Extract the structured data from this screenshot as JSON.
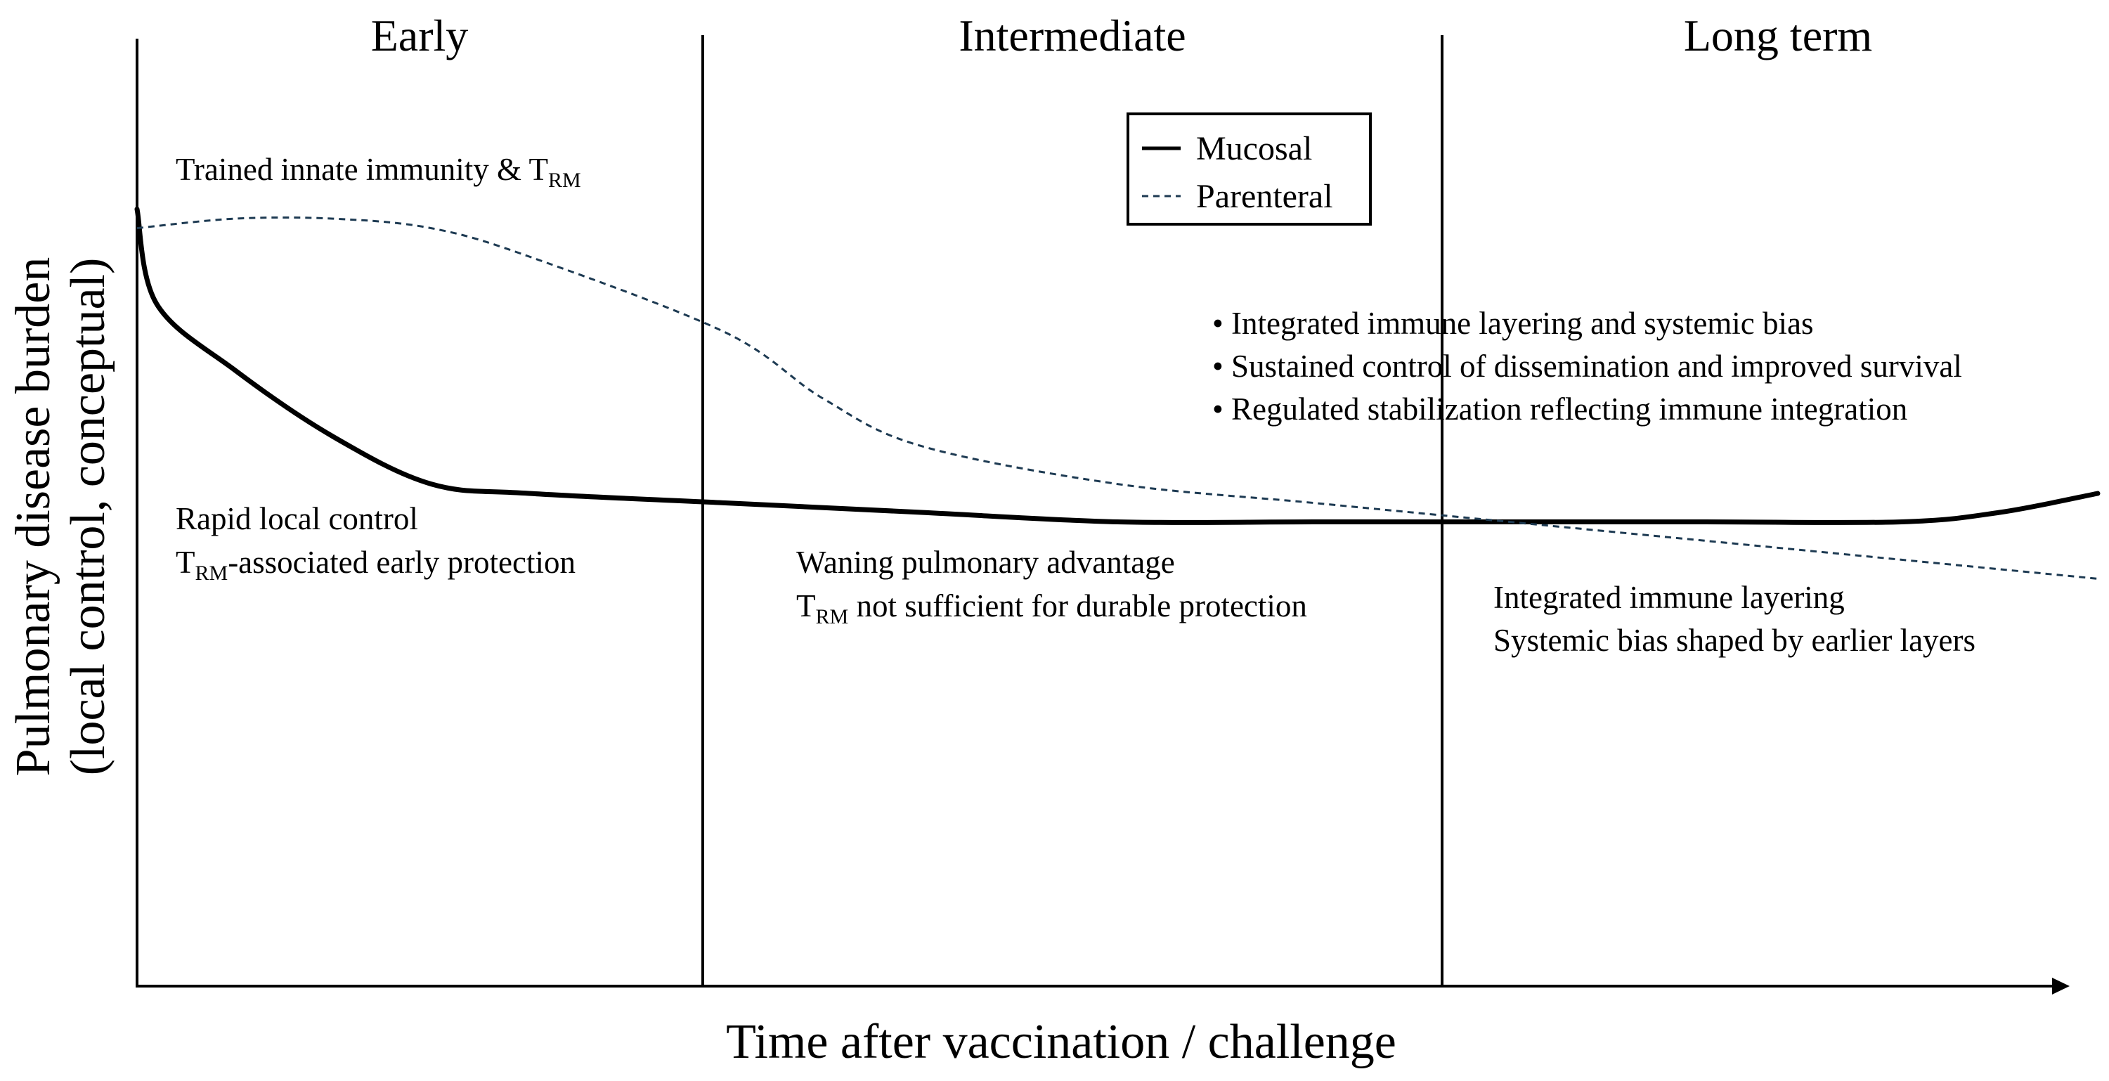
{
  "chart_data": {
    "type": "line",
    "xlabel": "Time after vaccination / challenge",
    "ylabel": [
      "Pulmonary disease burden",
      "(local control, conceptual)"
    ],
    "phases": [
      "Early",
      "Intermediate",
      "Long term"
    ],
    "legend": {
      "placement": "top-center",
      "entries": [
        {
          "name": "Mucosal",
          "style": "solid"
        },
        {
          "name": "Parenteral",
          "style": "dashed"
        }
      ]
    },
    "series": [
      {
        "name": "Mucosal",
        "style": "solid",
        "color": "#000000",
        "x": [
          0,
          0.01,
          0.05,
          0.1,
          0.15,
          0.2,
          0.3,
          0.4,
          0.5,
          0.6,
          0.7,
          0.8,
          0.9,
          0.95,
          1.0
        ],
        "y": [
          0.82,
          0.72,
          0.65,
          0.58,
          0.53,
          0.52,
          0.51,
          0.5,
          0.49,
          0.49,
          0.49,
          0.49,
          0.49,
          0.5,
          0.52
        ]
      },
      {
        "name": "Parenteral",
        "style": "dashed",
        "color": "#1d3a52",
        "x": [
          0,
          0.05,
          0.1,
          0.15,
          0.2,
          0.3,
          0.35,
          0.4,
          0.5,
          0.6,
          0.7,
          0.8,
          0.9,
          1.0
        ],
        "y": [
          0.8,
          0.81,
          0.81,
          0.8,
          0.77,
          0.69,
          0.62,
          0.57,
          0.53,
          0.51,
          0.49,
          0.47,
          0.45,
          0.43
        ]
      }
    ],
    "annotations": {
      "early_top": {
        "main": "Trained innate immunity & T",
        "sub": "RM"
      },
      "early_bottom_1": "Rapid local control",
      "early_bottom_2": {
        "main": "T",
        "sub": "RM",
        "rest": "-associated early protection"
      },
      "intermediate_1": "Waning pulmonary advantage",
      "intermediate_2": {
        "main": "T",
        "sub": "RM",
        "rest": " not sufficient for durable protection"
      },
      "long_bullets": [
        "• Integrated immune layering and systemic bias",
        "• Sustained control of dissemination and improved survival",
        "• Regulated stabilization reflecting immune integration"
      ],
      "long_bottom_1": "Integrated immune layering",
      "long_bottom_2": "Systemic bias shaped by earlier layers"
    },
    "grid": false
  }
}
